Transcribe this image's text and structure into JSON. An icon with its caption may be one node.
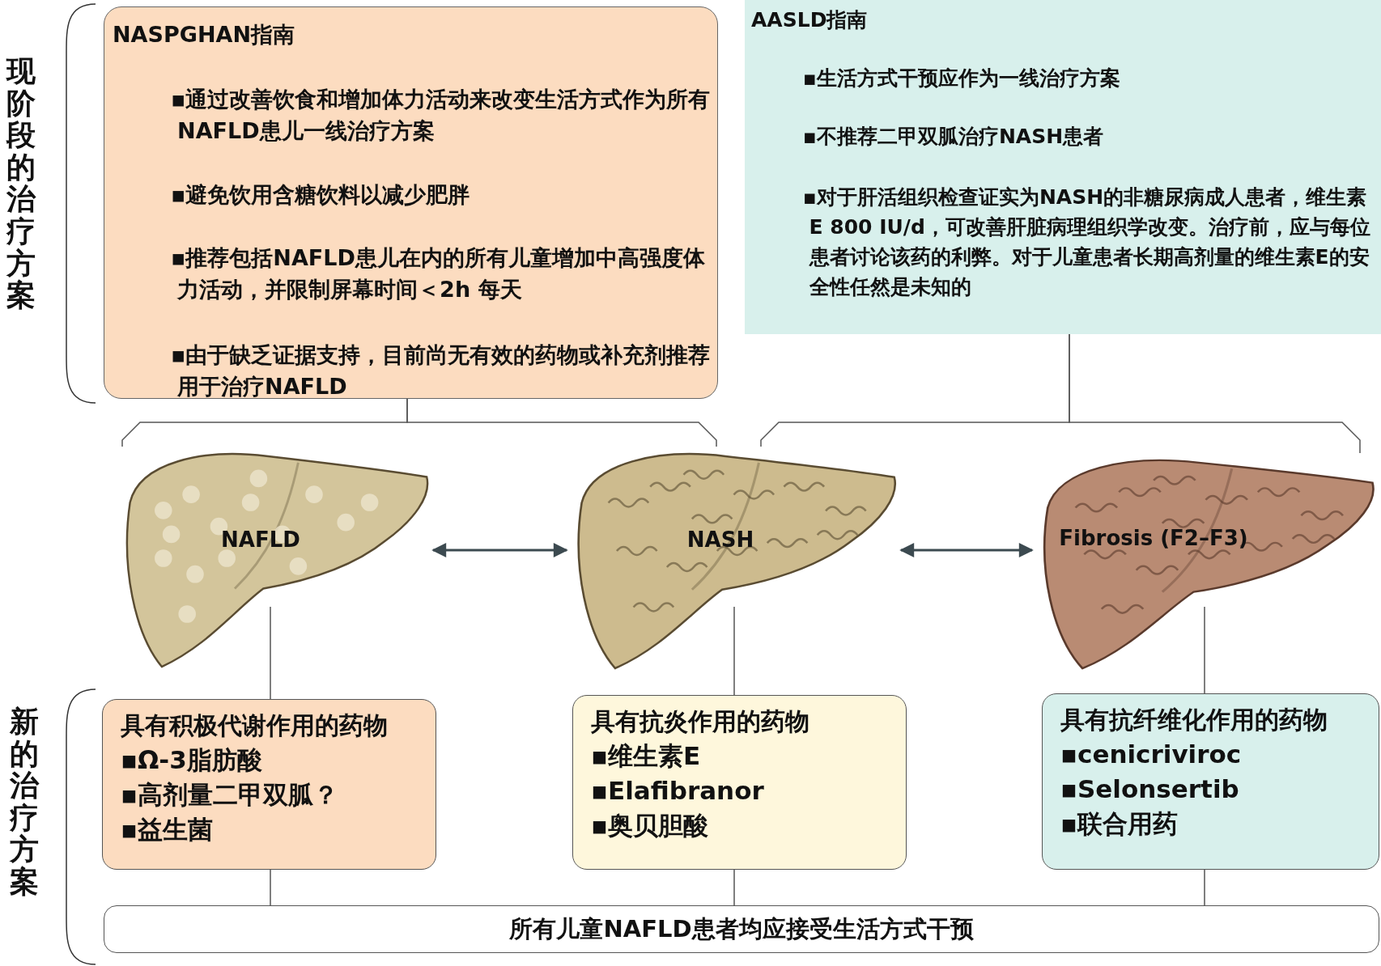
{
  "diagram": {
    "nodes": [
      {
        "text": [
          "NASPGHAN指南",
          "▪通过改善饮食和增加体力活动来改变生活方式作为所有NAFLD患儿一线治疗方案",
          "▪避免饮用含糖饮料以减少肥胖",
          "▪推荐包括NAFLD患儿在内的所有儿童增加中高强度体力活动，并限制屏幕时间＜2h 每天",
          "▪由于缺乏证据支持，目前尚无有效的药物或补充剂推荐用于治疗NAFLD"
        ]
      },
      {
        "text": [
          "AASLD指南",
          "▪生活方式干预应作为一线治疗方案",
          "▪不推荐二甲双胍治疗NASH患者",
          "▪对于肝活组织检查证实为NASH的非糖尿病成人患者，维生素 E 800 IU/d，可改善肝脏病理组织学改变。治疗前，应与每位患者讨论该药的利弊。对于儿童患者长期高剂量的维生素E的安全性任然是未知的"
        ]
      },
      {
        "text": [
          "NAFLD"
        ]
      },
      {
        "text": [
          "NASH"
        ]
      },
      {
        "text": [
          "Fibrosis (F2–F3)"
        ]
      },
      {
        "text": [
          "具有积极代谢作用的药物",
          "▪Ω-3脂肪酸",
          "▪高剂量二甲双胍？",
          "▪益生菌"
        ]
      },
      {
        "text": [
          "具有抗炎作用的药物",
          "▪维生素E",
          "▪Elafibranor",
          "▪奥贝胆酸"
        ]
      },
      {
        "text": [
          "具有抗纤维化作用的药物",
          "▪cenicriviroc",
          "▪Selonsertib",
          "▪联合用药"
        ]
      },
      {
        "text": [
          "所有儿童NAFLD患者均应接受生活方式干预"
        ]
      }
    ],
    "edges": [
      {
        "from": 2,
        "to": 3,
        "arrow": "both"
      },
      {
        "from": 3,
        "to": 4,
        "arrow": "both"
      },
      {
        "from": 0,
        "to": 2,
        "arrow": "none"
      },
      {
        "from": 0,
        "to": 3,
        "arrow": "none"
      },
      {
        "from": 1,
        "to": 3,
        "arrow": "none"
      },
      {
        "from": 1,
        "to": 4,
        "arrow": "none"
      },
      {
        "from": 2,
        "to": 5,
        "arrow": "none"
      },
      {
        "from": 3,
        "to": 6,
        "arrow": "none"
      },
      {
        "from": 4,
        "to": 7,
        "arrow": "none"
      },
      {
        "from": 5,
        "to": 8,
        "arrow": "none"
      },
      {
        "from": 6,
        "to": 8,
        "arrow": "none"
      },
      {
        "from": 7,
        "to": 8,
        "arrow": "none"
      }
    ],
    "labels": [
      "现阶段的治疗方案",
      "新的治疗方案"
    ]
  }
}
